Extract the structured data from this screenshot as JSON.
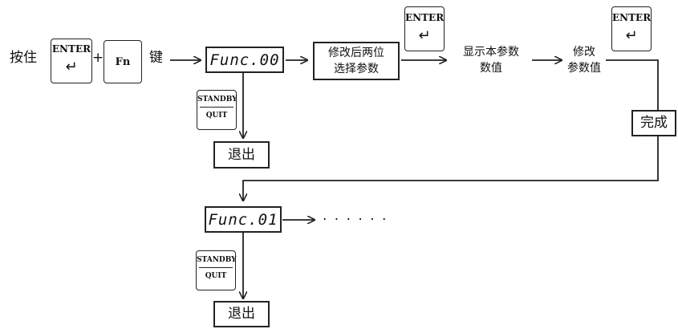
{
  "intro": {
    "press_hold": "按住",
    "plus1": "+",
    "plus2": "+",
    "key_word": "键"
  },
  "keys": {
    "enter_label": "ENTER",
    "enter_glyph": "↵",
    "fn_label": "Fn",
    "standby_label": "STANDBY",
    "quit_label": "QUIT"
  },
  "displays": {
    "func00": "Func.00",
    "func01": "Func.01"
  },
  "steps": {
    "select_line1": "修改后两位",
    "select_line2": "选择参数",
    "show_line1": "显示本参数",
    "show_line2": "数值",
    "modify_line1": "修改",
    "modify_line2": "参数值",
    "done": "完成",
    "exit": "退出",
    "ellipsis": "· · · · · ·"
  },
  "colors": {
    "ink": "#111111",
    "line": "#222222",
    "background": "#ffffff"
  },
  "icons": [
    "enter-return-icon",
    "arrow-right-icon",
    "arrow-down-icon"
  ]
}
